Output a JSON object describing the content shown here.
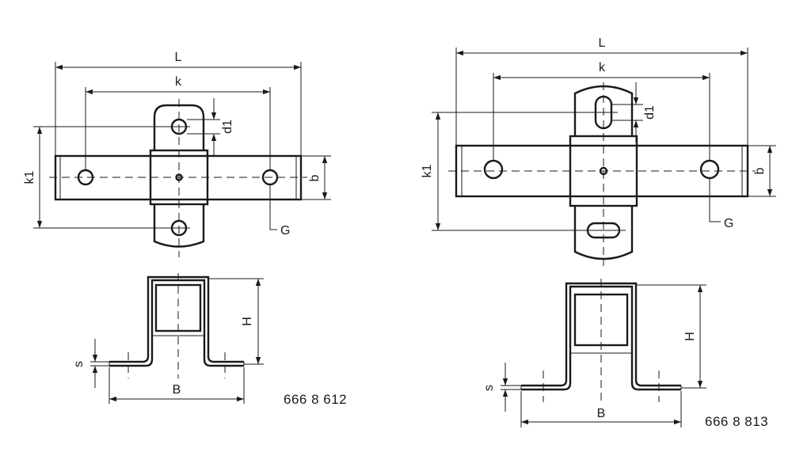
{
  "left_drawing": {
    "labels": {
      "L": "L",
      "k": "k",
      "k1": "k1",
      "d1": "d1",
      "b": "b",
      "G": "G",
      "H": "H",
      "s": "s",
      "B": "B"
    },
    "part_number": "666 8 612"
  },
  "right_drawing": {
    "labels": {
      "L": "L",
      "k": "k",
      "k1": "k1",
      "d1": "d1",
      "b": "b",
      "G": "G",
      "H": "H",
      "s": "s",
      "B": "B"
    },
    "part_number": "666 8 813"
  },
  "colors": {
    "line": "#1a1a1a",
    "background": "#ffffff"
  }
}
